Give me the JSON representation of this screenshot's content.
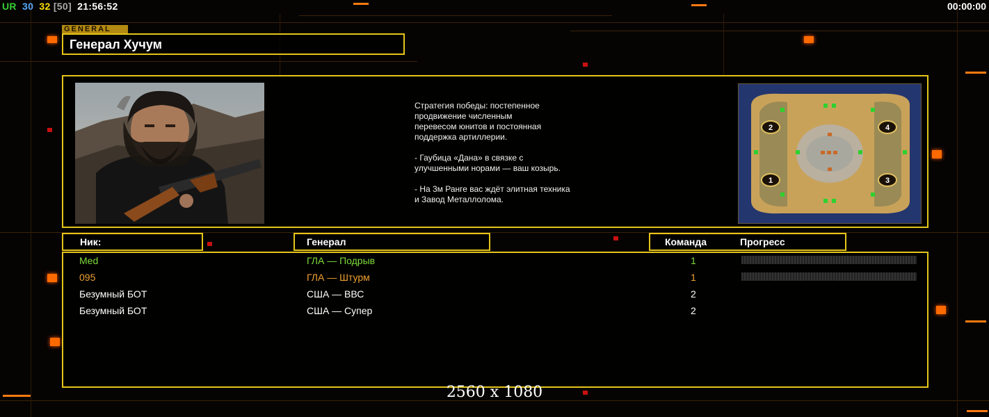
{
  "hud": {
    "ur_label": "UR",
    "v1": "30",
    "v2": "32",
    "v3": "[50]",
    "clock": "21:56:52",
    "timer": "00:00:00",
    "colors": {
      "ur": "#33cc33",
      "v1": "#55aaff",
      "v2": "#ffe000",
      "v3": "#aaaaaa"
    }
  },
  "general": {
    "tag": "GENERAL",
    "name": "Генерал Хучум",
    "strategy": "Стратегия победы: постепенное\nпродвижение численным\nперевесом юнитов и постоянная\nподдержка артиллерии.\n\n- Гаубица «Дана» в связке с\nулучшенными норами — ваш козырь.\n\n- На 3м Ранге вас ждёт элитная техника\nи Завод Металлолома."
  },
  "map": {
    "spawns": [
      "1",
      "2",
      "3",
      "4"
    ]
  },
  "table": {
    "headers": {
      "nick": "Ник:",
      "general": "Генерал",
      "team": "Команда",
      "progress": "Прогресс"
    },
    "rows": [
      {
        "nick": "Med",
        "general": "ГЛА — Подрыв",
        "team": "1",
        "color": "#7ddb3a",
        "progress": 0
      },
      {
        "nick": "095",
        "general": "ГЛА — Штурм",
        "team": "1",
        "color": "#f0a030",
        "progress": 0
      },
      {
        "nick": "Безумный БОТ",
        "general": "США — ВВС",
        "team": "2",
        "color": "#ffffff",
        "progress": null
      },
      {
        "nick": "Безумный БОТ",
        "general": "США — Супер",
        "team": "2",
        "color": "#ffffff",
        "progress": null
      }
    ]
  },
  "resolution": "2560 x 1080",
  "accent": "#e5c51a"
}
